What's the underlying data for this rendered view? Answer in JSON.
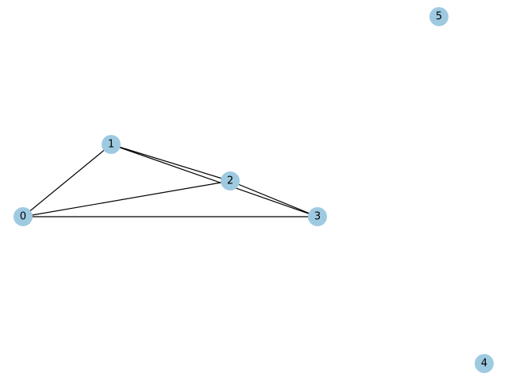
{
  "graph": {
    "node_color": "#9ecae1",
    "edge_color": "#000000",
    "nodes": [
      {
        "id": "0",
        "label": "0"
      },
      {
        "id": "1",
        "label": "1"
      },
      {
        "id": "2",
        "label": "2"
      },
      {
        "id": "3",
        "label": "3"
      },
      {
        "id": "4",
        "label": "4"
      },
      {
        "id": "5",
        "label": "5"
      }
    ],
    "edges": [
      {
        "source": "0",
        "target": "1"
      },
      {
        "source": "0",
        "target": "2"
      },
      {
        "source": "0",
        "target": "3"
      },
      {
        "source": "1",
        "target": "2"
      },
      {
        "source": "1",
        "target": "3"
      },
      {
        "source": "2",
        "target": "3"
      }
    ]
  }
}
